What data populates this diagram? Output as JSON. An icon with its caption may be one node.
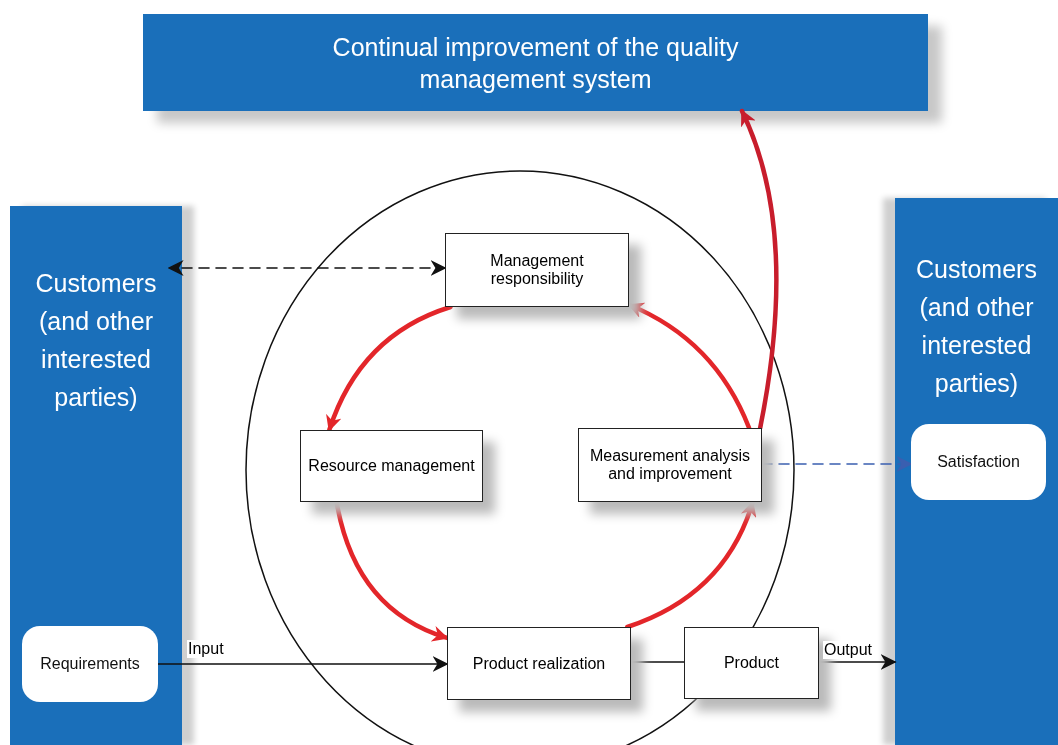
{
  "diagram": {
    "nodes": [
      {
        "text": [
          "Continual improvement of the quality management system"
        ]
      },
      {
        "text": [
          "Customers (and other interested parties)"
        ]
      },
      {
        "text": [
          "Requirements"
        ],
        "in": 1
      },
      {
        "text": [],
        "shape": "circle"
      },
      {
        "text": [
          "Management responsibility"
        ],
        "in": 3
      },
      {
        "text": [
          "Resource management"
        ],
        "in": 3
      },
      {
        "text": [
          "Measurement analysis and improvement"
        ],
        "in": 3
      },
      {
        "text": [
          "Product realization"
        ],
        "in": 3
      },
      {
        "text": [
          "Product"
        ]
      },
      {
        "text": [
          "Customers (and other interested parties)"
        ]
      },
      {
        "text": [
          "Satisfaction"
        ],
        "in": 9
      }
    ],
    "edges": [
      {
        "from": 1,
        "to": 4,
        "arrow": "both",
        "style": "dashed"
      },
      {
        "from": 4,
        "to": 5,
        "arrow": "to",
        "style": "thick",
        "color": "#e3262a"
      },
      {
        "from": 5,
        "to": 7,
        "arrow": "to",
        "style": "thick",
        "color": "#e3262a"
      },
      {
        "from": 7,
        "to": 6,
        "arrow": "to",
        "style": "thick",
        "color": "#e3262a"
      },
      {
        "from": 6,
        "to": 4,
        "arrow": "to",
        "style": "thick",
        "color": "#e3262a"
      },
      {
        "from": 6,
        "to": 0,
        "arrow": "to",
        "style": "thick",
        "color": "#c81d2c"
      },
      {
        "from": 6,
        "to": 10,
        "arrow": "both",
        "style": "dashed",
        "color": "#3a5fb0"
      },
      {
        "from": 2,
        "to": 7,
        "arrow": "to",
        "label": "Input"
      },
      {
        "from": 7,
        "to": 8,
        "arrow": "none"
      },
      {
        "from": 8,
        "to": 9,
        "arrow": "to",
        "label": "Output"
      }
    ]
  }
}
